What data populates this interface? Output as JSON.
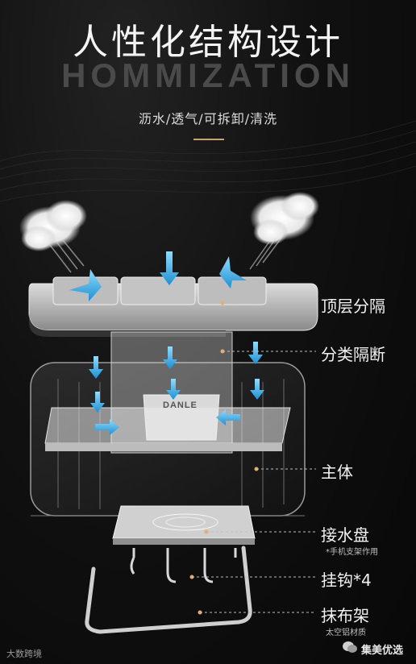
{
  "header": {
    "title": "人性化结构设计",
    "subtitle_en": "HOMMIZATION",
    "features": "沥水/透气/可拆卸/清洗"
  },
  "product": {
    "brand_mark": "DANLE"
  },
  "callouts": [
    {
      "id": "top-divider",
      "label": "顶层分隔"
    },
    {
      "id": "category-divider",
      "label": "分类隔断"
    },
    {
      "id": "main-body",
      "label": "主体"
    },
    {
      "id": "drip-tray",
      "label": "接水盘",
      "note": "*手机支架作用"
    },
    {
      "id": "hooks",
      "label": "挂钩*4"
    },
    {
      "id": "cloth-rack",
      "label": "抹布架",
      "note": "太空铝材质"
    }
  ],
  "watermarks": {
    "left": "大数跨境",
    "right": "集美优选"
  },
  "colors": {
    "background": "#0c0c0c",
    "accent": "#c9a36b",
    "arrow": "#1ea0d8",
    "callout_dot": "#e0b070"
  }
}
